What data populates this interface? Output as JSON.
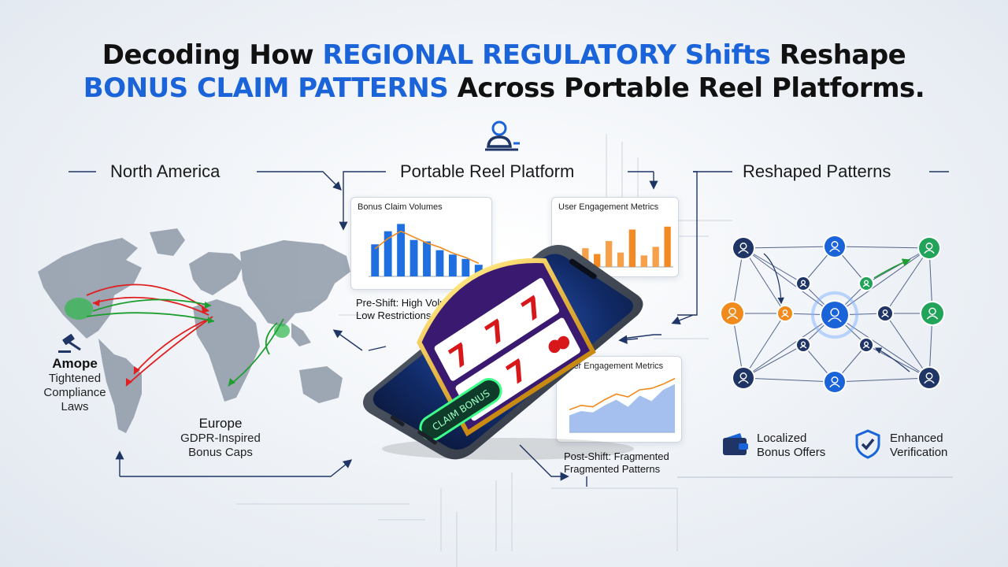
{
  "title": {
    "line1_a": "Decoding How ",
    "line1_hl": "REGIONAL REGULATORY Shifts",
    "line1_b": " Reshape",
    "line2_hl": "BONUS CLAIM PATTERNS",
    "line2_b": " Across Portable Reel Platforms."
  },
  "sections": {
    "left": "North America",
    "center": "Portable Reel Platform",
    "right": "Reshaped Patterns"
  },
  "left_labels": {
    "region1": "Amope",
    "region1_desc1": "Tightened",
    "region1_desc2": "Compliance",
    "region1_desc3": "Laws",
    "region2": "Europe",
    "region2_desc1": "GDPR-Inspired",
    "region2_desc2": "Bonus Caps"
  },
  "center_labels": {
    "pre_shift_1": "Pre-Shift: High Volume,",
    "pre_shift_2": "Low Restrictions",
    "post_shift_1": "Post-Shift: Fragmented",
    "post_shift_2": "Fragmented Patterns",
    "claim_button": "CLAIM BONUS"
  },
  "right_labels": {
    "badge1_line1": "Localized",
    "badge1_line2": "Bonus Offers",
    "badge2_line1": "Enhanced",
    "badge2_line2": "Verification"
  },
  "colors": {
    "accent": "#1a63d8",
    "red_arrow": "#e02020",
    "green_arrow": "#1e9e2e",
    "orange": "#f08a1c",
    "navy": "#1f3566",
    "green_node": "#22a35a"
  },
  "chart_data": [
    {
      "type": "bar",
      "title": "Bonus Claim Volumes",
      "values": [
        2.2,
        3.1,
        3.6,
        2.5,
        2.4,
        1.8,
        1.5,
        1.2,
        0.8
      ],
      "line_values": [
        1.9,
        2.6,
        3.1,
        2.7,
        2.3,
        2.0,
        1.6,
        1.3,
        0.9
      ],
      "ylim": [
        0,
        4
      ]
    },
    {
      "type": "bar",
      "title": "User Engagement Metrics",
      "values": [
        1.1,
        1.3,
        0.9,
        1.8,
        1.0,
        2.6,
        0.8,
        1.4,
        2.8
      ],
      "ylim": [
        0,
        3.5
      ]
    },
    {
      "type": "area",
      "title": "User Engagement Metrics",
      "values": [
        1.2,
        1.5,
        1.4,
        1.9,
        2.3,
        1.8,
        2.6,
        2.2,
        3.0,
        3.4
      ],
      "line_values": [
        1.6,
        1.9,
        1.8,
        2.3,
        2.7,
        2.5,
        3.0,
        3.1,
        3.4,
        3.8
      ],
      "ylim": [
        0,
        4
      ]
    }
  ]
}
